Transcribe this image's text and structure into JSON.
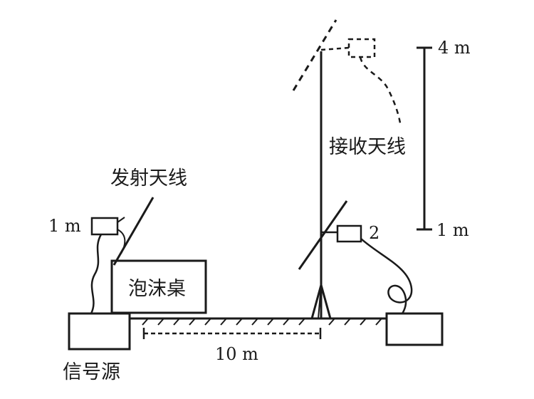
{
  "labels": {
    "signal_source": "信号源",
    "foam_table": "泡沫桌",
    "transmit_antenna": "发射天线",
    "receive_antenna": "接收天线",
    "transmit_height": "1 m",
    "distance": "10 m",
    "height_top": "4 m",
    "height_bottom": "1 m",
    "position_2": "2"
  },
  "colors": {
    "ink": "#1a1a1a",
    "background": "#ffffff"
  }
}
